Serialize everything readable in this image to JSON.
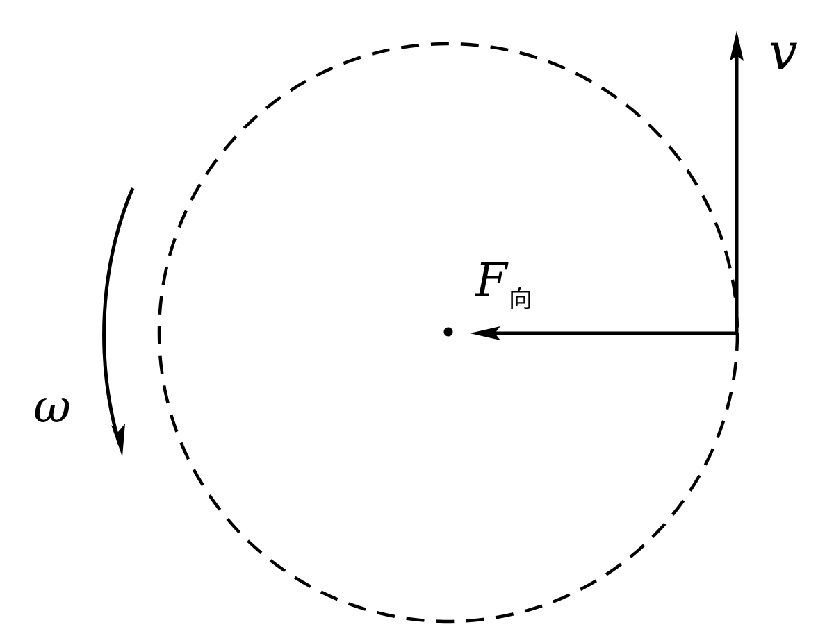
{
  "diagram": {
    "labels": {
      "velocity": "v",
      "force_main": "F",
      "force_subscript": "向",
      "angular_velocity": "ω"
    },
    "colors": {
      "ink": "#000000",
      "background": "#ffffff"
    }
  }
}
